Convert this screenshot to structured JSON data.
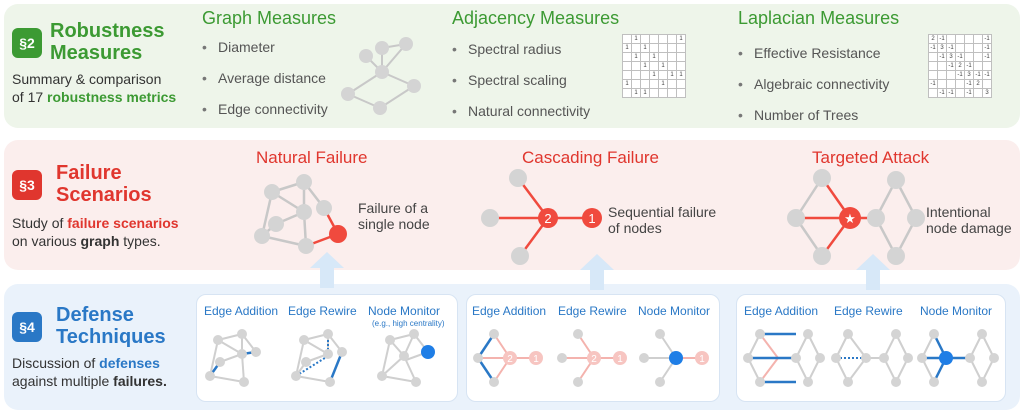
{
  "colors": {
    "green": "#3c9a33",
    "red": "#e0362e",
    "blue": "#2a78c6",
    "node_gray": "#d4d4d4",
    "node_red": "#f04a3e",
    "node_blue": "#1f7ee6",
    "faded_red": "#f4b3ae"
  },
  "robustness": {
    "badge": "§2",
    "title": [
      "Robustness",
      "Measures"
    ],
    "desc_line1": "Summary & comparison",
    "desc_pre": "of 17 ",
    "desc_hl": "robustness metrics",
    "graph": {
      "heading": "Graph Measures",
      "items": [
        "Diameter",
        "Average distance",
        "Edge connectivity"
      ]
    },
    "adjacency": {
      "heading": "Adjacency Measures",
      "items": [
        "Spectral radius",
        "Spectral scaling",
        "Natural connectivity"
      ]
    },
    "laplacian": {
      "heading": "Laplacian Measures",
      "items": [
        "Effective Resistance",
        "Algebraic connectivity",
        "Number of Trees"
      ]
    },
    "adj_matrix": [
      [
        "",
        "1",
        "",
        "",
        "",
        "",
        "1"
      ],
      [
        "1",
        "",
        "1",
        "",
        "",
        "",
        ""
      ],
      [
        "",
        "1",
        "",
        "1",
        "",
        "",
        ""
      ],
      [
        "",
        "",
        "1",
        "",
        "1",
        "",
        ""
      ],
      [
        "",
        "",
        "",
        "1",
        "",
        "1",
        "1"
      ],
      [
        "1",
        "",
        "",
        "",
        "1",
        "",
        ""
      ],
      [
        "",
        "1",
        "1",
        "",
        "",
        "",
        ""
      ]
    ],
    "lap_matrix": [
      [
        "2",
        "-1",
        "",
        "",
        "",
        "",
        "-1"
      ],
      [
        "-1",
        "3",
        "-1",
        "",
        "",
        "",
        "-1"
      ],
      [
        "",
        "-1",
        "3",
        "-1",
        "",
        "",
        "-1"
      ],
      [
        "",
        "",
        "-1",
        "2",
        "-1",
        "",
        ""
      ],
      [
        "",
        "",
        "",
        "-1",
        "3",
        "-1",
        "-1"
      ],
      [
        "-1",
        "",
        "",
        "",
        "-1",
        "2",
        ""
      ],
      [
        "",
        "-1",
        "-1",
        "",
        "-1",
        "",
        "3"
      ]
    ]
  },
  "failure": {
    "badge": "§3",
    "title": [
      "Failure",
      "Scenarios"
    ],
    "desc_pre": "Study of ",
    "desc_hl1": "failure scenarios",
    "desc_mid": "on various ",
    "desc_hl2": "graph",
    "desc_post": " types.",
    "natural": {
      "heading": "Natural Failure",
      "caption": [
        "Failure of a",
        "single node"
      ]
    },
    "cascading": {
      "heading": "Cascading Failure",
      "caption": [
        "Sequential failure",
        "of nodes"
      ],
      "node_labels": [
        "2",
        "1"
      ]
    },
    "targeted": {
      "heading": "Targeted Attack",
      "caption": [
        "Intentional",
        "node damage"
      ],
      "star": "★"
    }
  },
  "defense": {
    "badge": "§4",
    "title": [
      "Defense",
      "Techniques"
    ],
    "desc_pre": "Discussion of ",
    "desc_hl1": "defenses",
    "desc_mid": "against multiple ",
    "desc_hl2": "failures.",
    "labels": [
      "Edge Addition",
      "Edge Rewire",
      "Node Monitor"
    ],
    "monitor_note": "(e.g., high centrality)",
    "node_labels": [
      "2",
      "1"
    ]
  }
}
